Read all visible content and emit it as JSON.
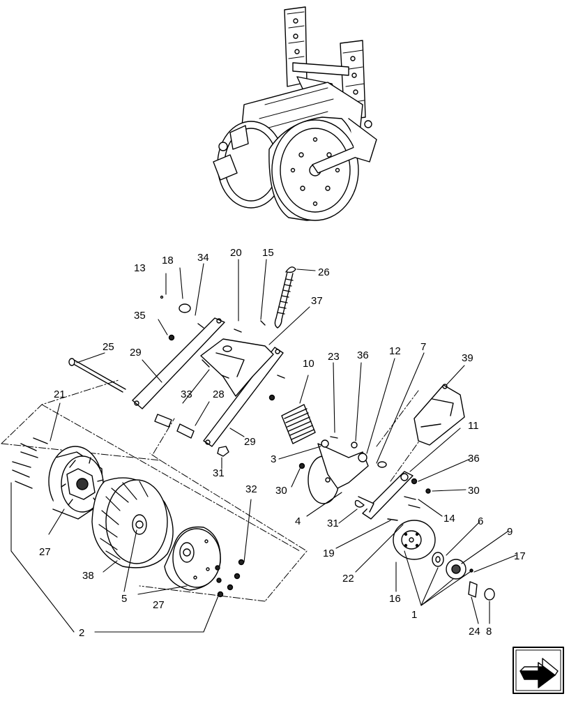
{
  "diagram": {
    "labels": {
      "l1": "1",
      "l2": "2",
      "l3": "3",
      "l4": "4",
      "l5": "5",
      "l6": "6",
      "l7": "7",
      "l8": "8",
      "l9": "9",
      "l10": "10",
      "l11": "11",
      "l12": "12",
      "l13": "13",
      "l14": "14",
      "l15": "15",
      "l16": "16",
      "l17": "17",
      "l18": "18",
      "l19": "19",
      "l20": "20",
      "l21": "21",
      "l22": "22",
      "l23": "23",
      "l24": "24",
      "l25": "25",
      "l26": "26",
      "l27a": "27",
      "l27b": "27",
      "l28": "28",
      "l29a": "29",
      "l29b": "29",
      "l30a": "30",
      "l30b": "30",
      "l31a": "31",
      "l31b": "31",
      "l32": "32",
      "l33": "33",
      "l34": "34",
      "l35": "35",
      "l36a": "36",
      "l36b": "36",
      "l37": "37",
      "l38": "38",
      "l39": "39"
    },
    "nav_icon": "next-page-arrow-icon"
  }
}
